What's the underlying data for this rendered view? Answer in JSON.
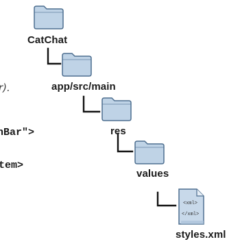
{
  "tree": {
    "folders": [
      {
        "label": "CatChat"
      },
      {
        "label": "app/src/main"
      },
      {
        "label": "res"
      },
      {
        "label": "values"
      }
    ],
    "file": {
      "label": "styles.xml",
      "icon_line1": "<xml>",
      "icon_line2": "</xml>"
    }
  },
  "background_code": {
    "fragment_1": "r).",
    "fragment_2": "nBar\">",
    "fragment_3": "tem>"
  },
  "colors": {
    "folder_fill": "#bfd3e6",
    "folder_stroke": "#4d6e8f",
    "file_fill": "#c8d9ea",
    "connector": "#111111"
  }
}
